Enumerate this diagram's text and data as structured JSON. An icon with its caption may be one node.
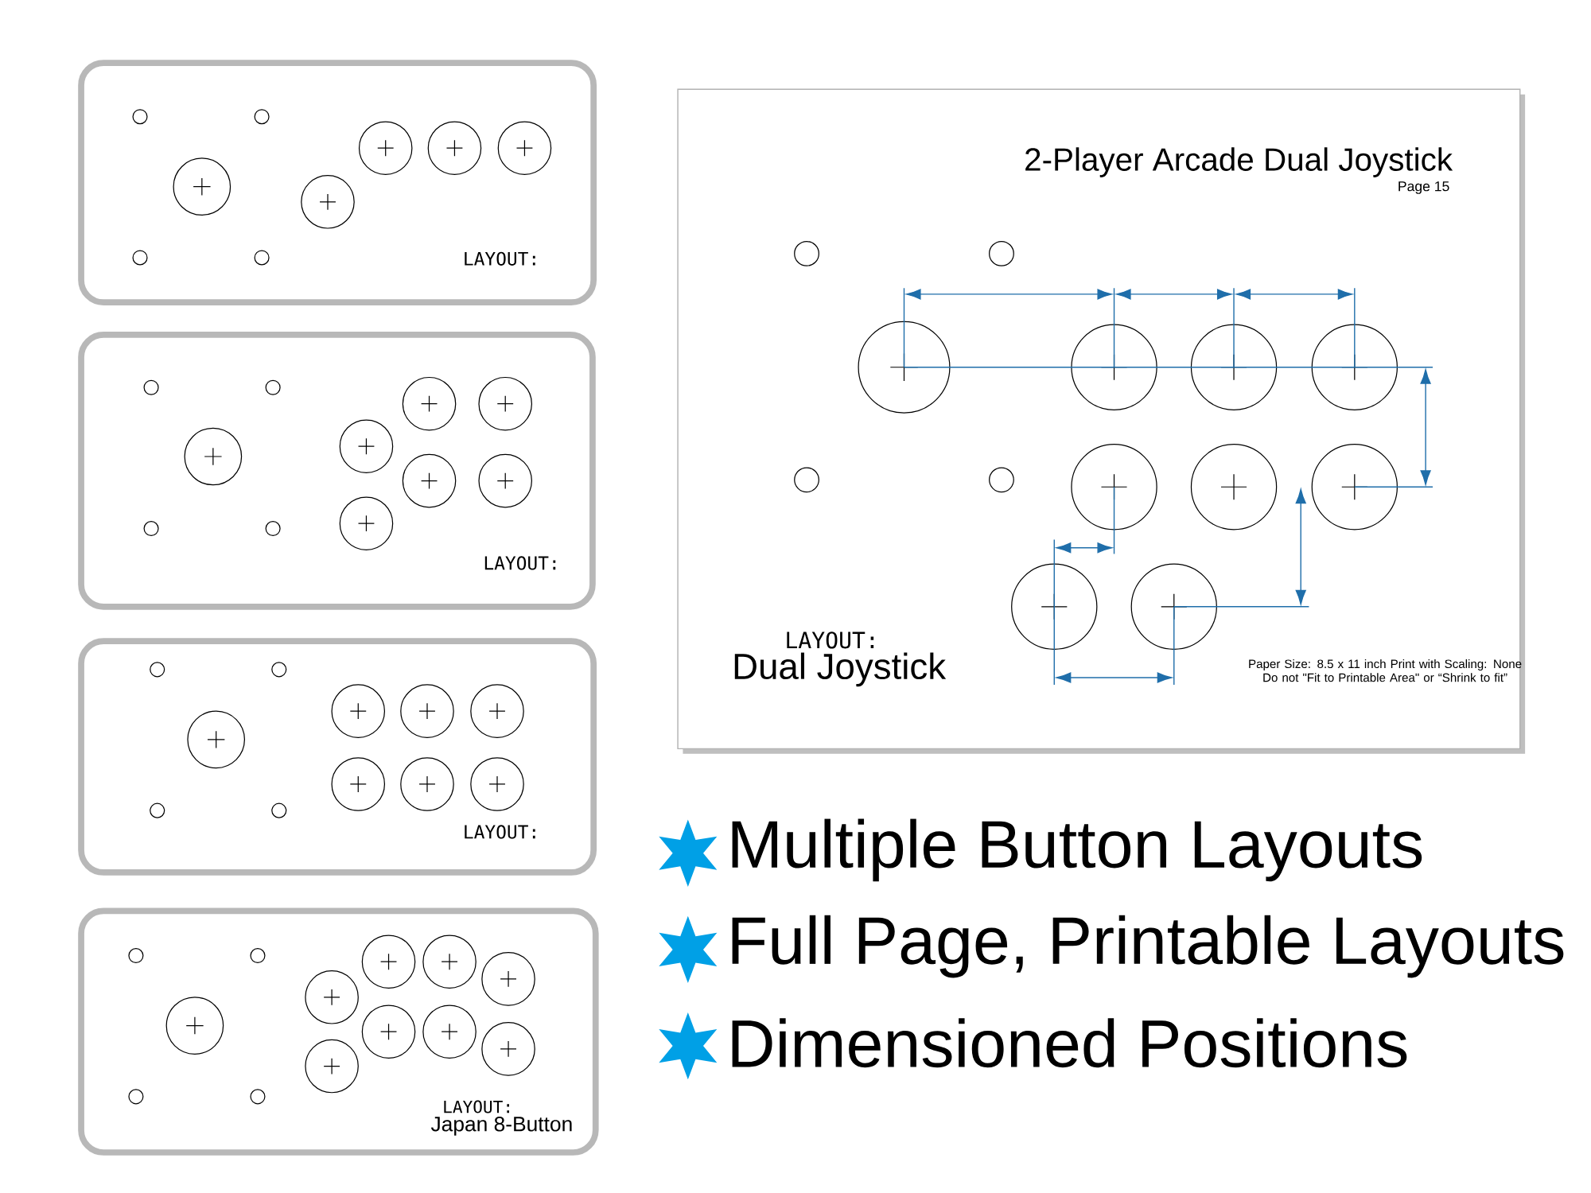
{
  "diagram": {
    "labels": [
      "LAYOUT:",
      "2-Player Arcade Dual Joystick",
      "Page 15",
      "LAYOUT:",
      "LAYOUT:",
      "Dual Joystick",
      "Paper Size: 8.5 x 11 inch Print with Scaling: None Do not \"Fit to Printable Area\" or “Shrink to fit”",
      "LAYOUT:",
      "Multiple Button Layouts",
      "Full Page, Printable Layouts",
      "LAYOUT:",
      "Japan 8-Button",
      "Dimensioned Positions"
    ]
  }
}
